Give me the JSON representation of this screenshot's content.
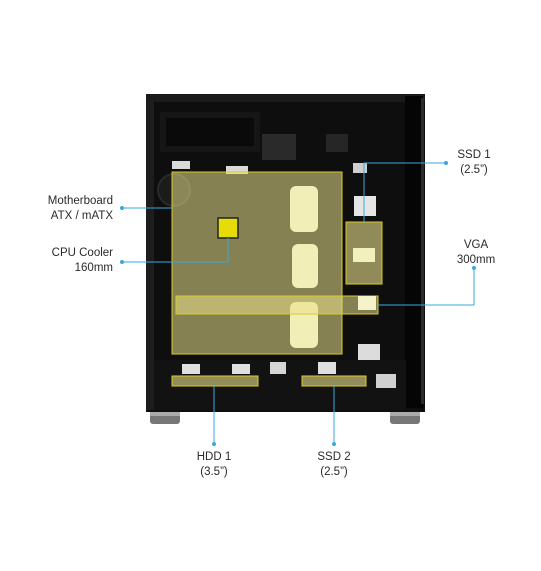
{
  "labels": {
    "motherboard": {
      "line1": "Motherboard",
      "line2": "ATX / mATX"
    },
    "cpu_cooler": {
      "line1": "CPU Cooler",
      "line2": "160mm"
    },
    "ssd1": {
      "line1": "SSD 1",
      "line2": "(2.5”)"
    },
    "vga": {
      "line1": "VGA",
      "line2": "300mm"
    },
    "hdd1": {
      "line1": "HDD 1",
      "line2": "(3.5”)"
    },
    "ssd2": {
      "line1": "SSD 2",
      "line2": "(2.5”)"
    }
  },
  "colors": {
    "callout_line": "#39a9dc",
    "highlight_fill": "#e8e08a",
    "highlight_stroke": "#d9cc2e",
    "cpu_marker": "#e6dc0a",
    "case_body": "#0d0d0d"
  }
}
